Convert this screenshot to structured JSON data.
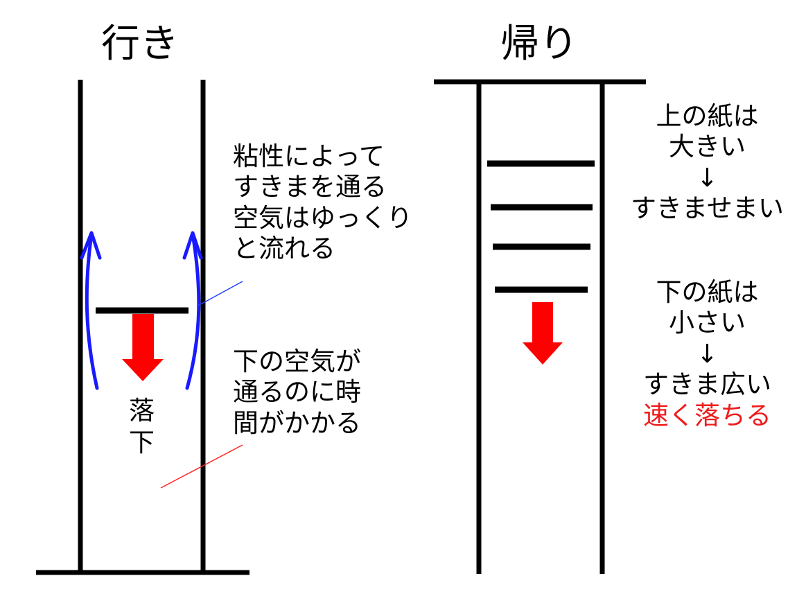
{
  "colors": {
    "line": "#000000",
    "blue_arrow": "#1a1aff",
    "red_arrow": "#ff0000",
    "pointer_blue": "#1f3fff",
    "pointer_red": "#ff2020",
    "emphasis_text": "#ee1c1c"
  },
  "left": {
    "title": "行き",
    "viscosity_note": [
      "粘性によって",
      "すきまを通る",
      "空気はゆっくり",
      "と流れる"
    ],
    "lower_air_note": [
      "下の空気が",
      "通るのに時",
      "間がかかる"
    ],
    "fall_label": [
      "落",
      "下"
    ]
  },
  "right": {
    "title": "帰り",
    "upper_note": [
      "上の紙は",
      "大きい",
      "↓",
      "すきませまい"
    ],
    "lower_note": [
      "下の紙は",
      "小さい",
      "↓",
      "すきま広い"
    ],
    "result": "速く落ちる"
  }
}
